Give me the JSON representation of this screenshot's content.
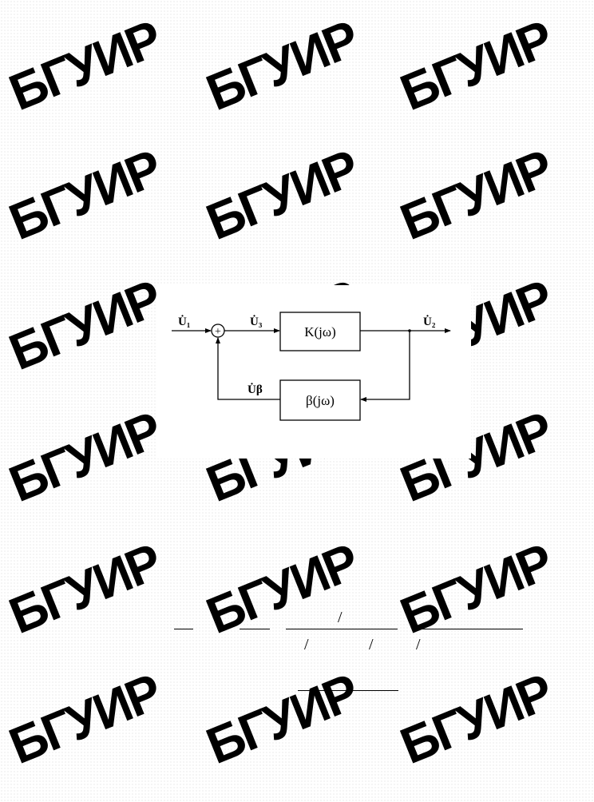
{
  "watermark": {
    "text": "БГУИР",
    "columns": 3,
    "rows": 6
  },
  "diagram": {
    "signals": {
      "input": "U̇₁",
      "sum_out": "U̇₃",
      "output": "U̇₂",
      "feedback": "U̇β"
    },
    "summer_symbol": "+",
    "blocks": {
      "forward": "K(jω)",
      "feedback": "β(jω)"
    }
  },
  "formula_fragments": {
    "slash": "/"
  }
}
